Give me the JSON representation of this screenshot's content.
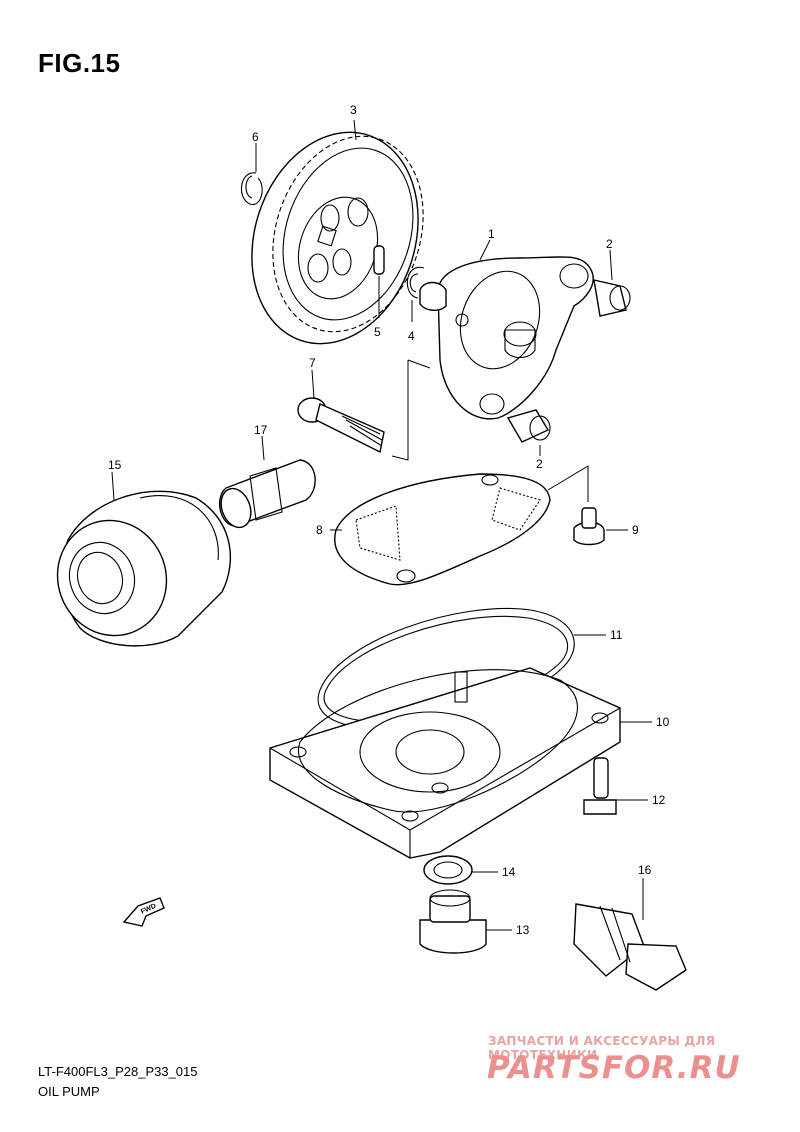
{
  "figure": {
    "title": "FIG.15",
    "drawing_code": "LT-F400FL3_P28_P33_015",
    "section_name": "OIL PUMP"
  },
  "callouts": [
    {
      "id": "c1",
      "label": "1"
    },
    {
      "id": "c2a",
      "label": "2"
    },
    {
      "id": "c2b",
      "label": "2"
    },
    {
      "id": "c3",
      "label": "3"
    },
    {
      "id": "c4",
      "label": "4"
    },
    {
      "id": "c5",
      "label": "5"
    },
    {
      "id": "c6",
      "label": "6"
    },
    {
      "id": "c7",
      "label": "7"
    },
    {
      "id": "c8",
      "label": "8"
    },
    {
      "id": "c9",
      "label": "9"
    },
    {
      "id": "c10",
      "label": "10"
    },
    {
      "id": "c11",
      "label": "11"
    },
    {
      "id": "c12",
      "label": "12"
    },
    {
      "id": "c13",
      "label": "13"
    },
    {
      "id": "c14",
      "label": "14"
    },
    {
      "id": "c15",
      "label": "15"
    },
    {
      "id": "c16",
      "label": "16"
    },
    {
      "id": "c17",
      "label": "17"
    }
  ],
  "fwd_arrow_text": "FWD",
  "watermark": {
    "tagline": "ЗАПЧАСТИ И АКСЕССУАРЫ ДЛЯ МОТОТЕХНИКИ",
    "logo": "PARTSFOR.RU"
  },
  "colors": {
    "line": "#000000",
    "watermark": "#ec8f8f",
    "background": "#ffffff"
  }
}
